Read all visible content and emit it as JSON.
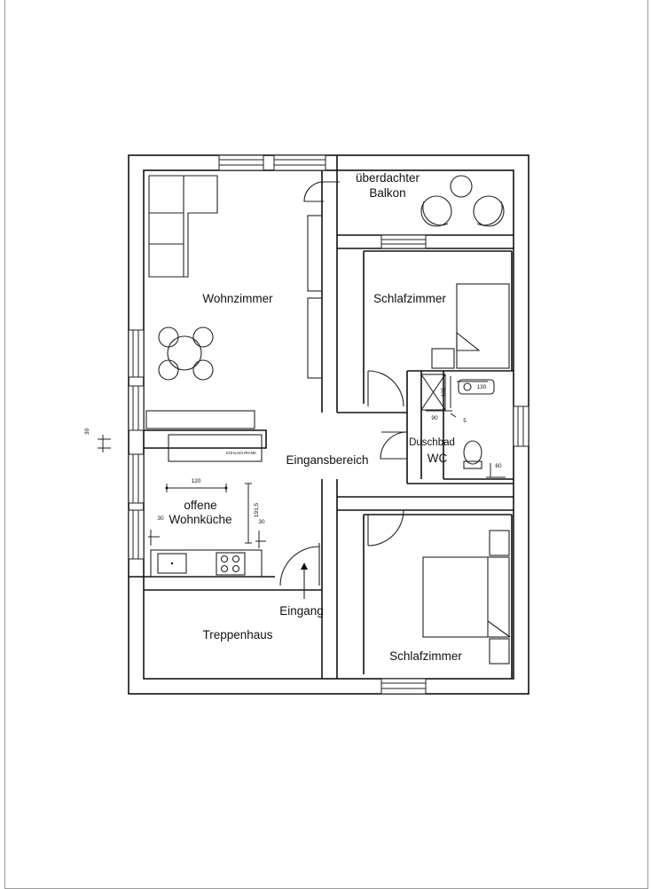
{
  "rooms": {
    "balcony_line1": "überdachter",
    "balcony_line2": "Balkon",
    "living": "Wohnzimmer",
    "bedroom_top": "Schlafzimmer",
    "hall": "Eingansbereich",
    "bath_line1": "Duschbad",
    "bath_line2": "WC",
    "kitchen_line1": "offene",
    "kitchen_line2": "Wohnküche",
    "stairwell": "Treppenhaus",
    "entrance": "Eingang",
    "bedroom_bottom": "Schlafzimmer"
  },
  "fixtures": {
    "fridge": "KÜHLSCHRANK"
  },
  "dimensions": {
    "wall_30": "30",
    "kitchen_120": "120",
    "kitchen_191_5": "191,5",
    "kitchen_30_left": "30",
    "kitchen_30_right": "30",
    "bath_130": "130",
    "bath_105": "105",
    "bath_90": "90",
    "bath_5": "5",
    "bath_60": "60"
  }
}
